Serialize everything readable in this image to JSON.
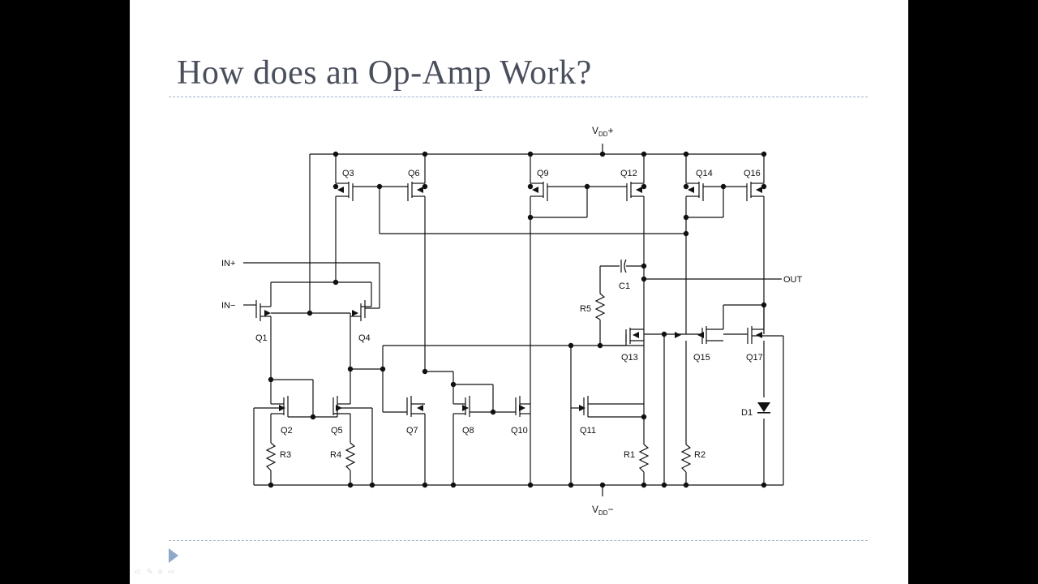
{
  "slide": {
    "title": "How does an Op-Amp Work?",
    "accent_color": "#8fa8c8",
    "title_color": "#4a4f5c"
  },
  "schematic": {
    "supply_positive": {
      "main": "V",
      "sub": "DD",
      "suffix": "+"
    },
    "supply_negative": {
      "main": "V",
      "sub": "DD",
      "suffix": "−"
    },
    "inputs": {
      "noninverting": "IN+",
      "inverting": "IN−"
    },
    "output": "OUT",
    "transistors": {
      "q1": "Q1",
      "q2": "Q2",
      "q3": "Q3",
      "q4": "Q4",
      "q5": "Q5",
      "q6": "Q6",
      "q7": "Q7",
      "q8": "Q8",
      "q9": "Q9",
      "q10": "Q10",
      "q11": "Q11",
      "q12": "Q12",
      "q13": "Q13",
      "q14": "Q14",
      "q15": "Q15",
      "q16": "Q16",
      "q17": "Q17"
    },
    "resistors": {
      "r1": "R1",
      "r2": "R2",
      "r3": "R3",
      "r4": "R4",
      "r5": "R5"
    },
    "capacitor": "C1",
    "diode": "D1"
  },
  "navigation": {
    "next_icon": "play-triangle-icon",
    "tools": [
      "pointer-icon",
      "pen-icon",
      "menu-icon",
      "slide-icon"
    ]
  }
}
